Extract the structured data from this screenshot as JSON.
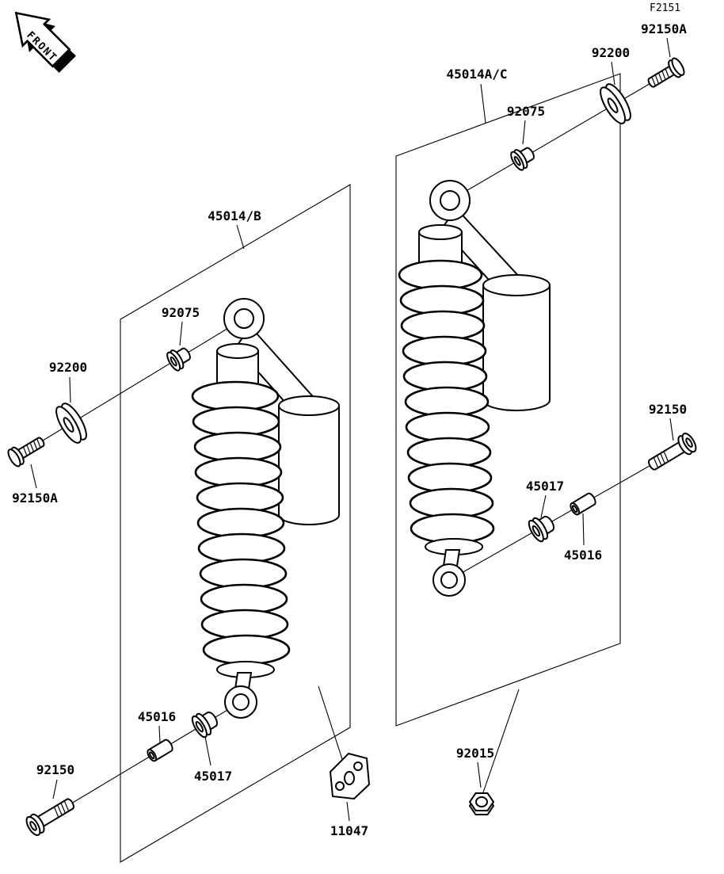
{
  "figure": {
    "code": "F2151",
    "front_label": "FRONT"
  },
  "callouts": {
    "bolt_top_right": "92150A",
    "washer_top_right": "92200",
    "shock_right": "45014A/C",
    "bushing_upper_right": "92075",
    "shock_left": "45014/B",
    "bushing_upper_left": "92075",
    "washer_left": "92200",
    "bolt_left": "92150A",
    "bolt_right": "92150",
    "bushing_lower_right": "45017",
    "collar_right": "45016",
    "collar_left": "45016",
    "bushing_lower_left": "45017",
    "bolt_bottom_left": "92150",
    "nut": "92015",
    "bracket": "11047"
  }
}
